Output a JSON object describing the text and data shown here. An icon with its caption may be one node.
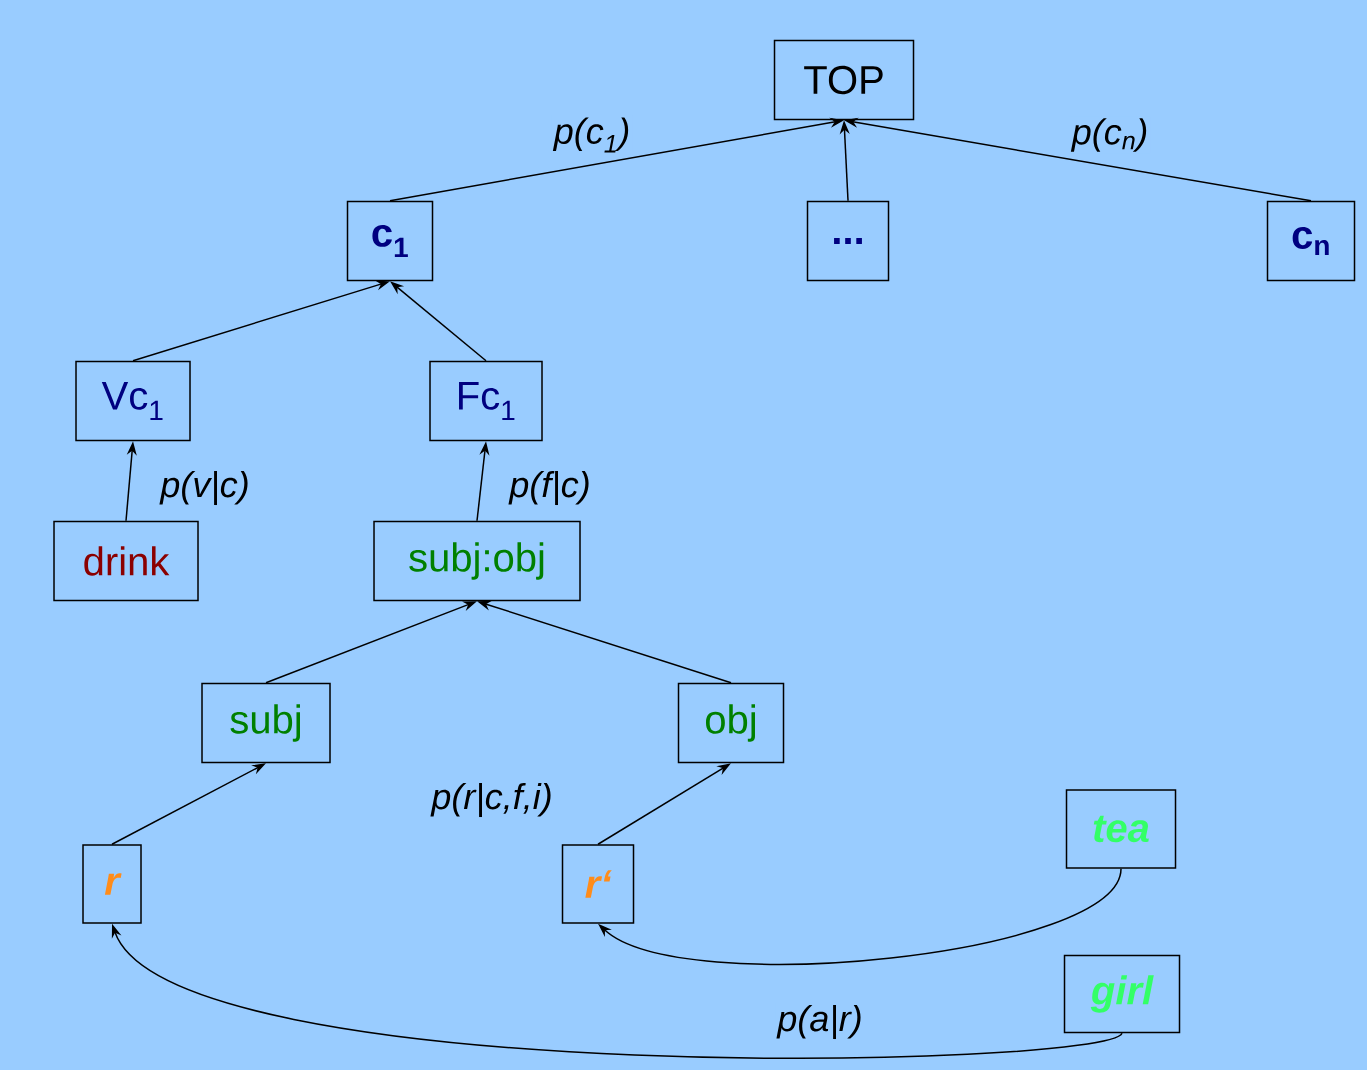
{
  "diagram": {
    "nodes": [
      {
        "text": [
          "TOP"
        ]
      },
      {
        "text": [
          "c$_{1}$"
        ]
      },
      {
        "text": [
          "..."
        ]
      },
      {
        "text": [
          "c$_{n}$"
        ]
      },
      {
        "text": [
          "Vc$_{1}$"
        ]
      },
      {
        "text": [
          "Fc$_{1}$"
        ]
      },
      {
        "text": [
          "drink"
        ]
      },
      {
        "text": [
          "subj:obj"
        ]
      },
      {
        "text": [
          "subj"
        ]
      },
      {
        "text": [
          "obj"
        ]
      },
      {
        "text": [
          "r"
        ]
      },
      {
        "text": [
          "r‘"
        ]
      },
      {
        "text": [
          "tea"
        ]
      },
      {
        "text": [
          "girl"
        ]
      }
    ],
    "edges": [
      {
        "from": 1,
        "to": 0,
        "arrow": "to",
        "label": "p(c$_{1}$)"
      },
      {
        "from": 2,
        "to": 0,
        "arrow": "to"
      },
      {
        "from": 3,
        "to": 0,
        "arrow": "to",
        "label": "p(c$_{n}$)"
      },
      {
        "from": 4,
        "to": 1,
        "arrow": "to"
      },
      {
        "from": 5,
        "to": 1,
        "arrow": "to"
      },
      {
        "from": 6,
        "to": 4,
        "arrow": "to",
        "label": "p(v|c)"
      },
      {
        "from": 7,
        "to": 5,
        "arrow": "to",
        "label": "p(f|c)"
      },
      {
        "from": 8,
        "to": 7,
        "arrow": "to"
      },
      {
        "from": 9,
        "to": 7,
        "arrow": "to"
      },
      {
        "from": 10,
        "to": 8,
        "arrow": "to"
      },
      {
        "from": 11,
        "to": 9,
        "arrow": "to"
      },
      {
        "from": 12,
        "to": 11,
        "arrow": "to"
      },
      {
        "from": 13,
        "to": 10,
        "arrow": "to",
        "label": "p(a|r)"
      }
    ],
    "labels": [
      "p(r|c,f,i)"
    ]
  }
}
